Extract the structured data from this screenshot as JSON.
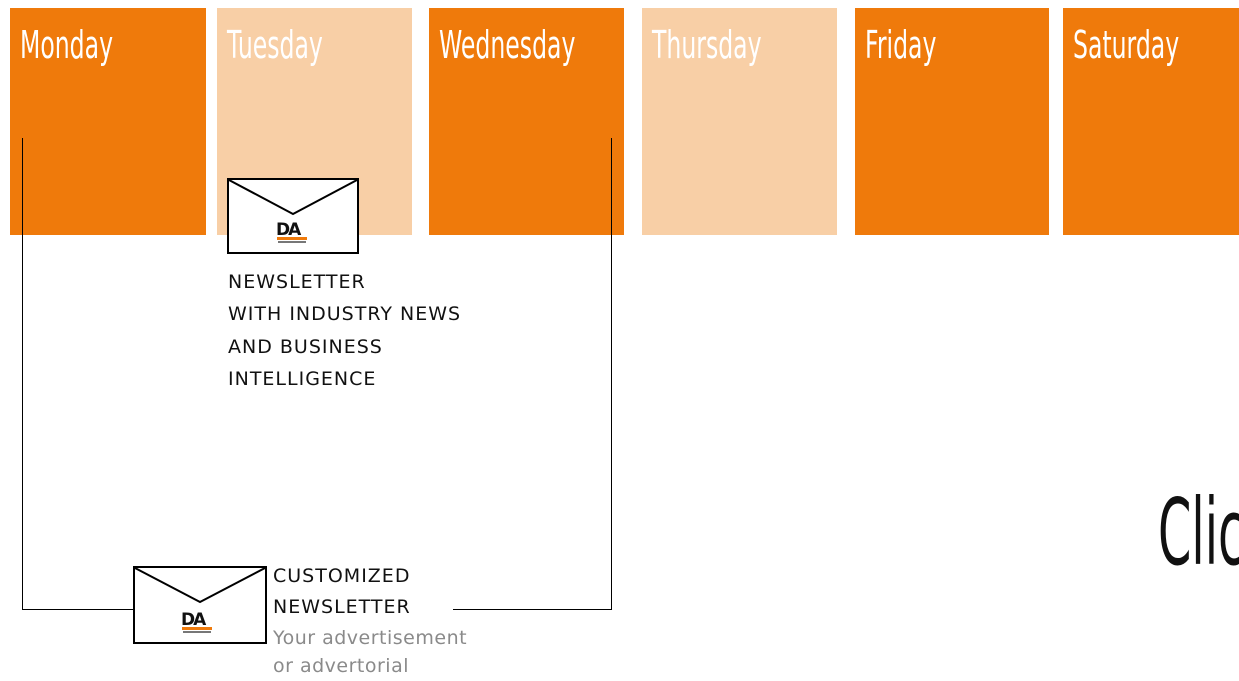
{
  "days": [
    "Monday",
    "Tuesday",
    "Wednesday",
    "Thursday",
    "Friday",
    "Saturday"
  ],
  "newsletter_main": {
    "lines": [
      "NEWSLETTER",
      "WITH INDUSTRY NEWS",
      "AND BUSINESS",
      "INTELLIGENCE"
    ],
    "logo": "DA"
  },
  "newsletter_custom": {
    "title_lines": [
      "CUSTOMIZED",
      "NEWSLETTER"
    ],
    "sub_lines": [
      "Your advertisement",
      "or advertorial"
    ],
    "logo": "DA"
  },
  "cta": "Clic",
  "colors": {
    "accent": "#ef7a0b",
    "accent_light": "#f8cfa6",
    "text": "#111111",
    "muted": "#8a8a8a"
  }
}
